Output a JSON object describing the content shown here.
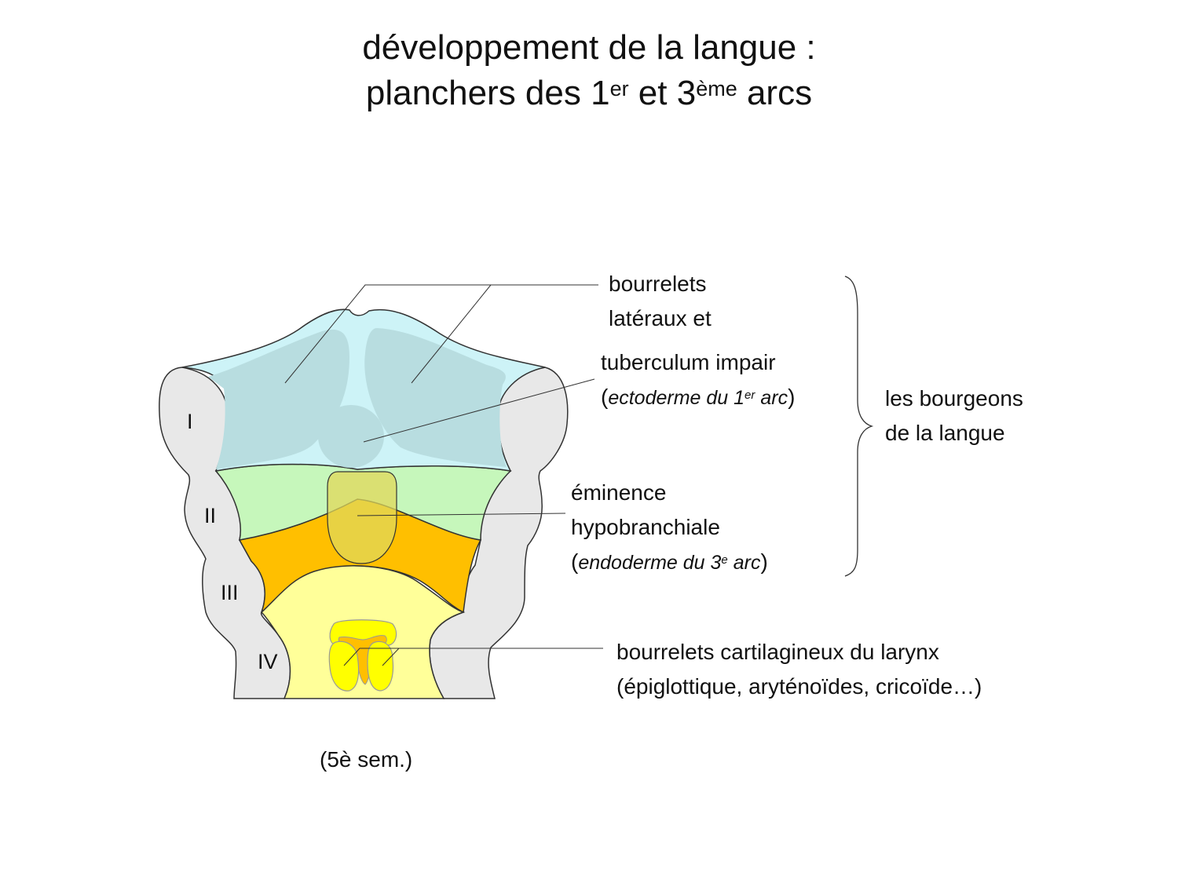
{
  "title": {
    "line1": "développement de la langue :",
    "line2_part1": "planchers des 1",
    "line2_sup1": "er",
    "line2_part2": " et 3",
    "line2_sup2": "ème",
    "line2_part3": " arcs"
  },
  "arches": {
    "I": "I",
    "II": "II",
    "III": "III",
    "IV": "IV"
  },
  "labels": {
    "lateral_line1": "bourrelets",
    "lateral_line2": "latéraux et",
    "tuberculum_line1": "tuberculum impair",
    "tuberculum_paren_open": "(",
    "tuberculum_italic": "ectoderme du 1",
    "tuberculum_sup": "er",
    "tuberculum_italic2": " arc",
    "tuberculum_paren_close": ")",
    "eminence_line1": "éminence",
    "eminence_line2": "hypobranchiale",
    "eminence_paren_open": "(",
    "eminence_italic": "endoderme du 3",
    "eminence_sup": "e",
    "eminence_italic2": " arc",
    "eminence_paren_close": ")",
    "larynx_line1": "bourrelets cartilagineux du larynx",
    "larynx_line2": "(épiglottique, aryténoïdes, cricoïde…)",
    "bourgeons_line1": "les bourgeons",
    "bourgeons_line2": "de la langue",
    "stage": "(5è sem.)"
  },
  "colors": {
    "arch_gray": "#e8e8e8",
    "arch1_floor": "#cdf3f7",
    "lateral_buds": "#b8dde0",
    "arch2_floor": "#c6f7bb",
    "arch3_floor": "#ffbf00",
    "arch4_floor": "#ffff99",
    "hypobranchial": "#e0d85a",
    "larynx_yellow": "#ffff00",
    "larynx_orange": "#ffbf00",
    "outline": "#333333"
  }
}
